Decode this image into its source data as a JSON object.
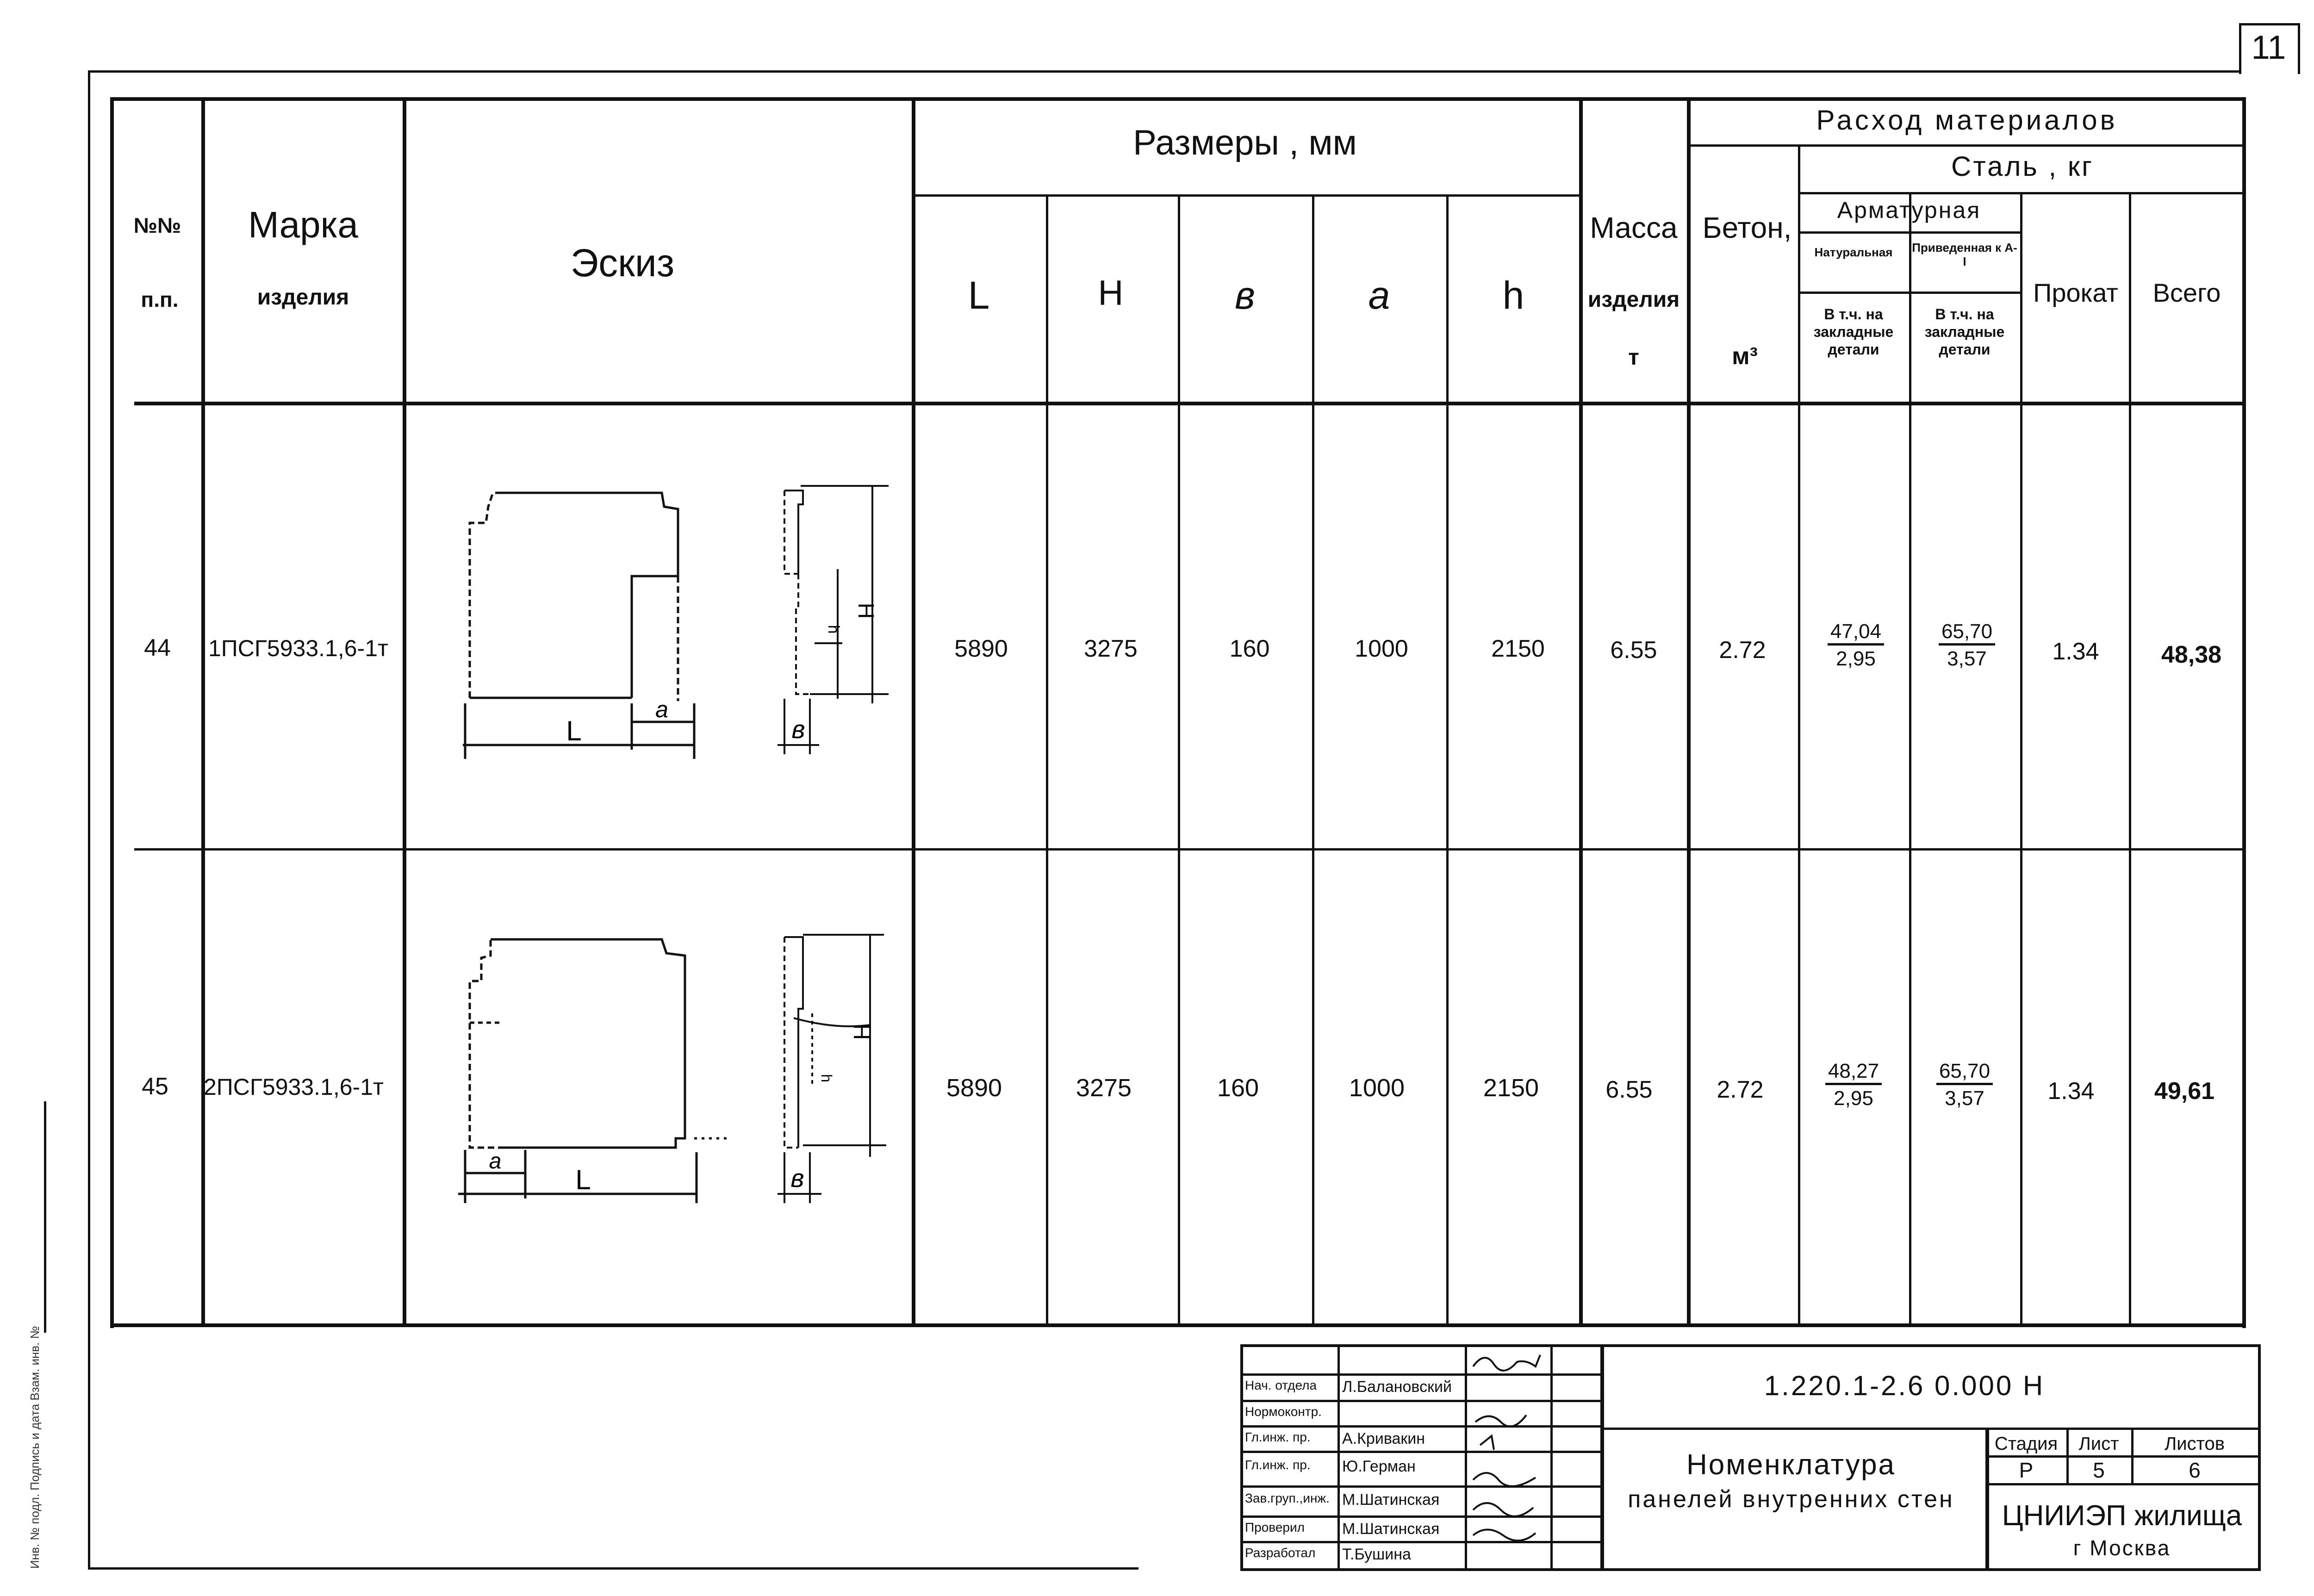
{
  "sheet_corner_number": "11",
  "header": {
    "no": "№№",
    "no_sub": "п.п.",
    "mark": "Марка",
    "mark_sub": "изделия",
    "sketch": "Эскиз",
    "dimensions": "Размеры , мм",
    "dim_L": "L",
    "dim_H": "H",
    "dim_b": "в",
    "dim_a": "а",
    "dim_h": "h",
    "mass": "Масса",
    "mass_sub": "изделия",
    "mass_unit": "т",
    "concrete": "Бетон,",
    "concrete_unit": "м³",
    "materials": "Расход материалов",
    "steel": "Сталь , кг",
    "rebar": "Арматурная",
    "natural": "Натуральная",
    "reduced": "Приведенная к А-I",
    "incl_embedded_1": "В т.ч. на закладные детали",
    "incl_embedded_2": "В т.ч. на закладные детали",
    "rolled": "Прокат",
    "total": "Всего"
  },
  "rows": [
    {
      "no": "44",
      "mark": "1ПСГ5933.1,6-1т",
      "L": "5890",
      "H": "3275",
      "b": "160",
      "a": "1000",
      "h": "2150",
      "mass": "6.55",
      "concrete": "2.72",
      "natural_num": "47,04",
      "natural_den": "2,95",
      "reduced_num": "65,70",
      "reduced_den": "3,57",
      "rolled": "1.34",
      "total": "48,38",
      "sketch_labels": {
        "L": "L",
        "a": "а",
        "b": "в",
        "H": "H",
        "h": "h"
      }
    },
    {
      "no": "45",
      "mark": "2ПСГ5933.1,6-1т",
      "L": "5890",
      "H": "3275",
      "b": "160",
      "a": "1000",
      "h": "2150",
      "mass": "6.55",
      "concrete": "2.72",
      "natural_num": "48,27",
      "natural_den": "2,95",
      "reduced_num": "65,70",
      "reduced_den": "3,57",
      "rolled": "1.34",
      "total": "49,61",
      "sketch_labels": {
        "L": "L",
        "a": "а",
        "b": "в",
        "H": "H",
        "h": "h"
      }
    }
  ],
  "title_block": {
    "roles": [
      {
        "role": "Нач. отдела",
        "name": "Л.Балановский"
      },
      {
        "role": "Нормоконтр.",
        "name": ""
      },
      {
        "role": "Гл.инж. пр.",
        "name": "А.Кривакин"
      },
      {
        "role": "Гл.инж. пр.",
        "name": "Ю.Герман"
      },
      {
        "role": "Зав.груп.,инж.",
        "name": "М.Шатинская"
      },
      {
        "role": "Проверил",
        "name": "М.Шатинская"
      },
      {
        "role": "Разработал",
        "name": "Т.Бушина"
      }
    ],
    "doc_code": "1.220.1-2.6   0.000 Н",
    "title_line1": "Номенклатура",
    "title_line2": "панелей внутренних стен",
    "stage_label": "Стадия",
    "sheet_label": "Лист",
    "sheets_label": "Листов",
    "stage": "Р",
    "sheet": "5",
    "sheets": "6",
    "org_line1": "ЦНИИЭП жилища",
    "org_line2": "г Москва"
  },
  "margin_stamp": "Инв. № подл.   Подпись и дата   Взам. инв. №"
}
